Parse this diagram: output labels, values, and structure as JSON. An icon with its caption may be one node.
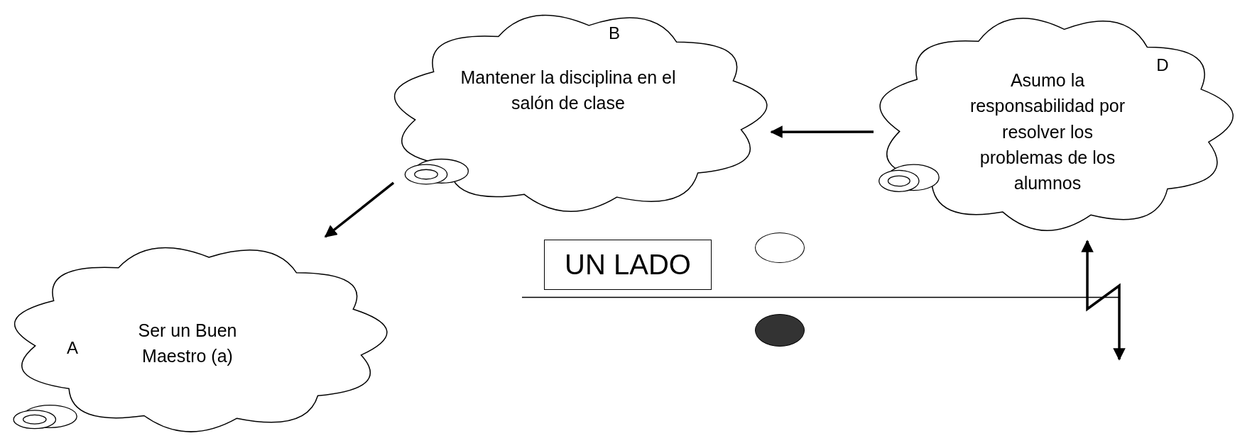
{
  "diagram": {
    "nodes": [
      {
        "text": [
          "B",
          "Mantener la disciplina en el salón de clase"
        ]
      },
      {
        "text": [
          "D",
          "Asumo la responsabilidad por resolver los problemas de los alumnos"
        ]
      },
      {
        "text": [
          "UN LADO"
        ]
      },
      {
        "text": [],
        "shape": "circle"
      },
      {
        "text": [],
        "shape": "circle"
      },
      {
        "text": [
          "A",
          "Ser un Buen Maestro (a)"
        ]
      }
    ],
    "edges": [
      {
        "from": 1,
        "to": 0,
        "arrow": "to"
      },
      {
        "from": 0,
        "to": 5,
        "arrow": "to"
      },
      {
        "from": null,
        "to": 1,
        "arrow": "both"
      }
    ]
  }
}
